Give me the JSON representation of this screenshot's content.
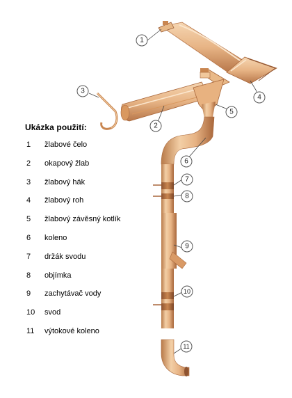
{
  "legend": {
    "title": "Ukázka použití:",
    "items": [
      {
        "num": "1",
        "label": "žlabové čelo"
      },
      {
        "num": "2",
        "label": "okapový žlab"
      },
      {
        "num": "3",
        "label": "žlabový hák"
      },
      {
        "num": "4",
        "label": "žlabový roh"
      },
      {
        "num": "5",
        "label": "žlabový závěsný kotlík"
      },
      {
        "num": "6",
        "label": "koleno"
      },
      {
        "num": "7",
        "label": "držák svodu"
      },
      {
        "num": "8",
        "label": "objímka"
      },
      {
        "num": "9",
        "label": "zachytávač vody"
      },
      {
        "num": "10",
        "label": "svod"
      },
      {
        "num": "11",
        "label": "výtokové koleno"
      }
    ]
  },
  "callouts": [
    "1",
    "2",
    "3",
    "4",
    "5",
    "6",
    "7",
    "8",
    "9",
    "10",
    "11"
  ],
  "colors": {
    "copper_light": "#f0c49a",
    "copper_mid": "#d99a66",
    "copper_dark": "#a8663a",
    "copper_band": "#b87445",
    "background": "#ffffff"
  }
}
